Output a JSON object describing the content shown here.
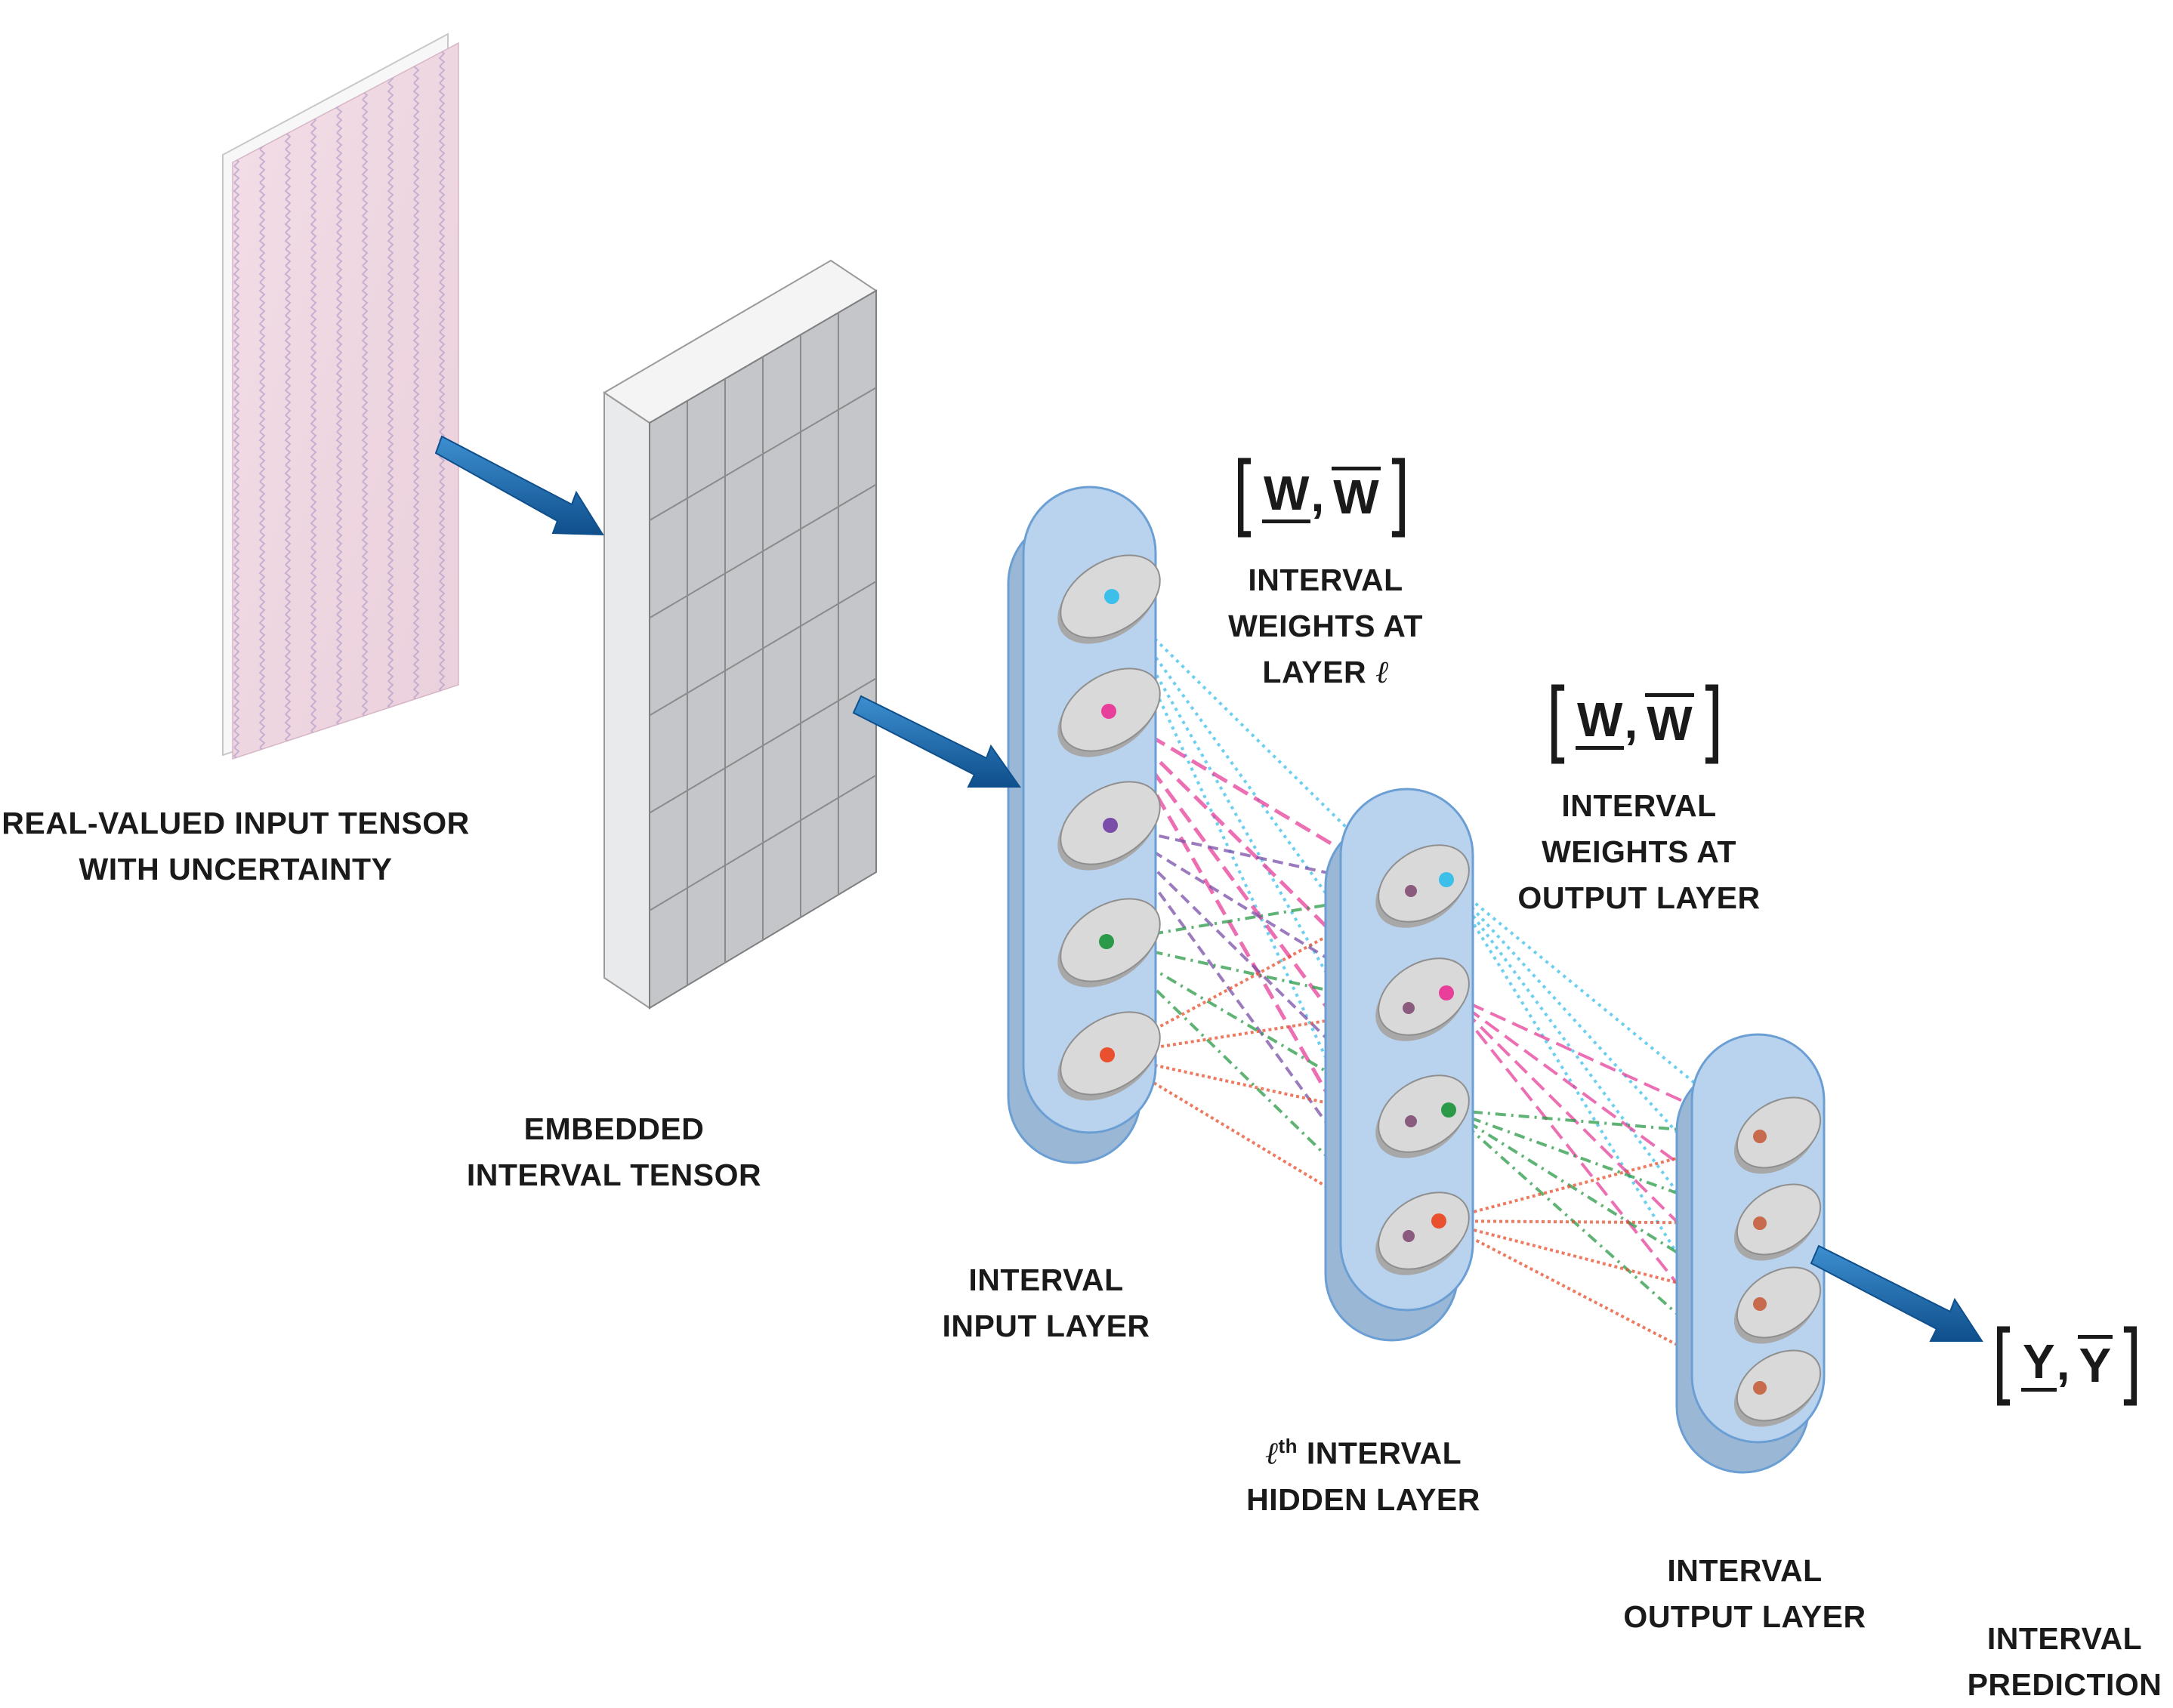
{
  "labels": {
    "input_tensor": [
      "REAL-VALUED INPUT TENSOR",
      "WITH UNCERTAINTY"
    ],
    "embedded": [
      "EMBEDDED",
      "INTERVAL TENSOR"
    ],
    "input_layer": [
      "INTERVAL",
      "INPUT LAYER"
    ],
    "hidden_layer_line1_suffix": " INTERVAL",
    "hidden_layer_sup": "th",
    "hidden_layer_line2": "HIDDEN LAYER",
    "output_layer": [
      "INTERVAL",
      "OUTPUT LAYER"
    ],
    "prediction": [
      "INTERVAL",
      "PREDICTION"
    ],
    "weights_layer": [
      "INTERVAL",
      "WEIGHTS AT"
    ],
    "weights_layer_line3": "LAYER ",
    "weights_output": [
      "INTERVAL",
      "WEIGHTS AT",
      "OUTPUT LAYER"
    ]
  },
  "notation": {
    "weights_lower": "W",
    "weights_upper": "W",
    "prediction_lower": "Y",
    "prediction_upper": "Y",
    "comma": ",",
    "open": "[",
    "close": "]",
    "ell": "ℓ"
  },
  "colors": {
    "cyan": "#3cc0ea",
    "magenta": "#e8409a",
    "purple": "#7a4ea8",
    "green": "#2a9a48",
    "red": "#e8502e",
    "arrow": "#1f6fb0",
    "layer_fill": "#b9d3ee",
    "layer_stroke": "#6b9fd4",
    "disc": "#d9d9d9",
    "grid_front": "#c4c6c9",
    "grid_side": "#e9eaeb"
  }
}
